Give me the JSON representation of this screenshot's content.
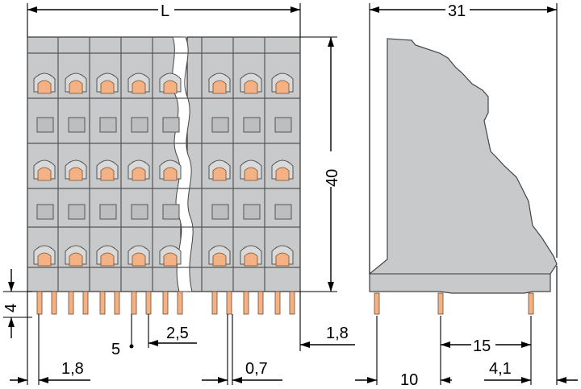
{
  "front_view": {
    "dimensions": {
      "width_label": "L",
      "height_label": "40",
      "pin_length_label": "4",
      "pitch_label": "5",
      "half_pitch_label": "2,5",
      "edge_offset_right_label": "1,8",
      "edge_offset_left_label": "1,8",
      "pin_thickness_label": "0,7"
    }
  },
  "side_view": {
    "dimensions": {
      "depth_label": "31",
      "pin_spacing_label": "15",
      "rear_offset_label": "4,1",
      "front_offset_label": "10"
    }
  },
  "colors": {
    "housing": "#c8c9cb",
    "clamp": "#f4b183",
    "outline": "#333333"
  }
}
